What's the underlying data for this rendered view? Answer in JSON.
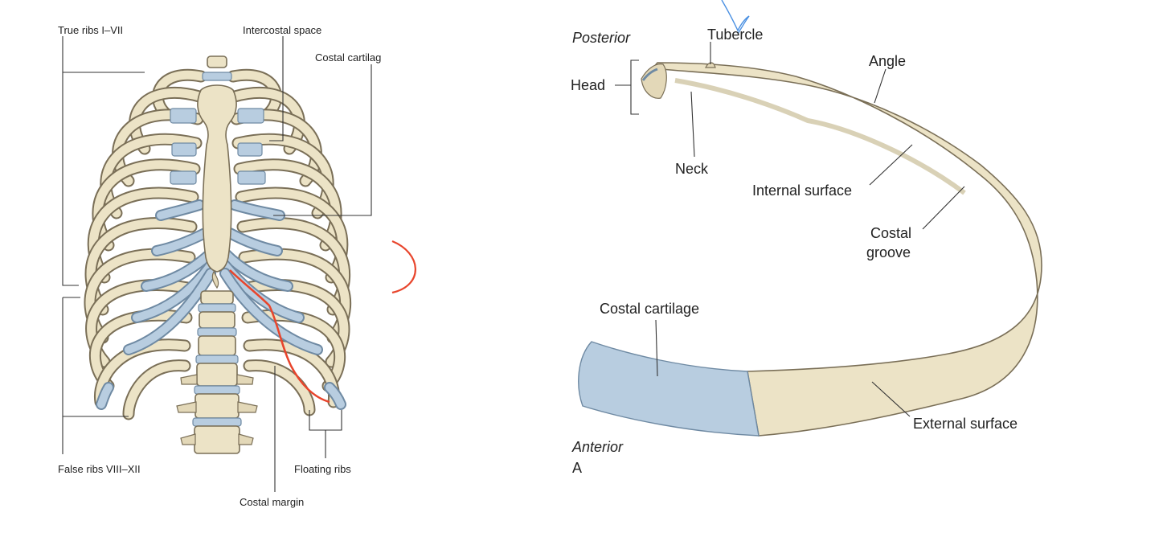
{
  "thorax": {
    "true_ribs": "True ribs I–VII",
    "intercostal_space": "Intercostal space",
    "costal_cartilage": "Costal cartilag",
    "false_ribs": "False ribs VIII–XII",
    "floating_ribs": "Floating ribs",
    "costal_margin": "Costal margin"
  },
  "rib": {
    "posterior": "Posterior",
    "tubercle": "Tubercle",
    "head": "Head",
    "angle": "Angle",
    "neck": "Neck",
    "internal_surface": "Internal surface",
    "costal_groove_line1": "Costal",
    "costal_groove_line2": "groove",
    "costal_cartilage": "Costal cartilage",
    "external_surface": "External surface",
    "anterior": "Anterior",
    "panel_letter": "A"
  },
  "colors": {
    "bone": "#ece3c6",
    "cartilage": "#b8cde0",
    "annotation_red": "#e8452c",
    "annotation_blue": "#4a90e2"
  }
}
